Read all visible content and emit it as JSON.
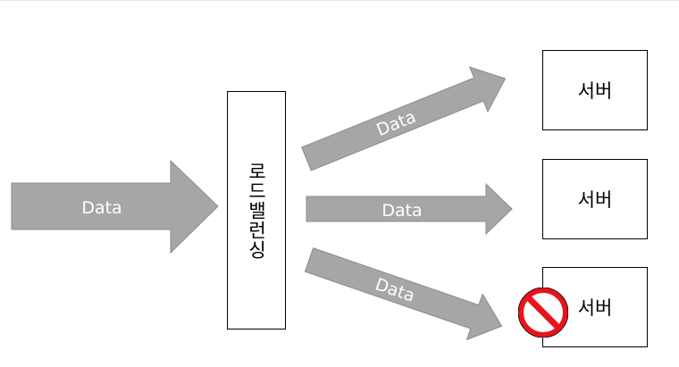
{
  "input_arrow": {
    "label": "Data"
  },
  "load_balancer": {
    "label": "로드밸런싱"
  },
  "output_arrows": [
    {
      "label": "Data"
    },
    {
      "label": "Data"
    },
    {
      "label": "Data"
    }
  ],
  "servers": [
    {
      "label": "서버"
    },
    {
      "label": "서버"
    },
    {
      "label": "서버"
    }
  ],
  "colors": {
    "arrow_fill": "#a6a6a6",
    "arrow_stroke": "#8c8c8c",
    "block_red": "#e8131c"
  }
}
